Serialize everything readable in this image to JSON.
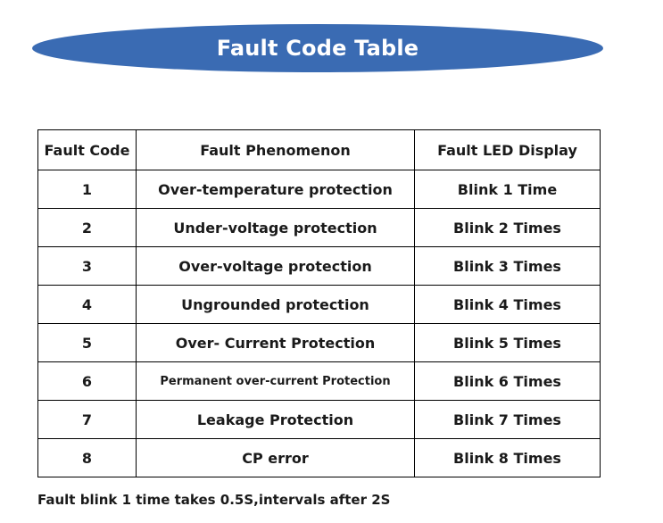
{
  "title": "Fault Code Table",
  "table": {
    "headers": [
      "Fault Code",
      "Fault Phenomenon",
      "Fault LED Display"
    ],
    "rows": [
      {
        "code": "1",
        "phenomenon": "Over-temperature protection",
        "led": "Blink 1 Time"
      },
      {
        "code": "2",
        "phenomenon": "Under-voltage protection",
        "led": "Blink 2 Times"
      },
      {
        "code": "3",
        "phenomenon": "Over-voltage protection",
        "led": "Blink 3 Times"
      },
      {
        "code": "4",
        "phenomenon": "Ungrounded protection",
        "led": "Blink 4 Times"
      },
      {
        "code": "5",
        "phenomenon": "Over- Current Protection",
        "led": "Blink 5 Times"
      },
      {
        "code": "6",
        "phenomenon": "Permanent over-current  Protection",
        "led": "Blink 6 Times"
      },
      {
        "code": "7",
        "phenomenon": "Leakage Protection",
        "led": "Blink 7 Times"
      },
      {
        "code": "8",
        "phenomenon": "CP error",
        "led": "Blink 8 Times"
      }
    ]
  },
  "footer_note": "Fault blink 1 time takes 0.5S,intervals after 2S",
  "colors": {
    "title_background": "#3a6bb3",
    "title_text": "#ffffff",
    "border": "#000000"
  }
}
